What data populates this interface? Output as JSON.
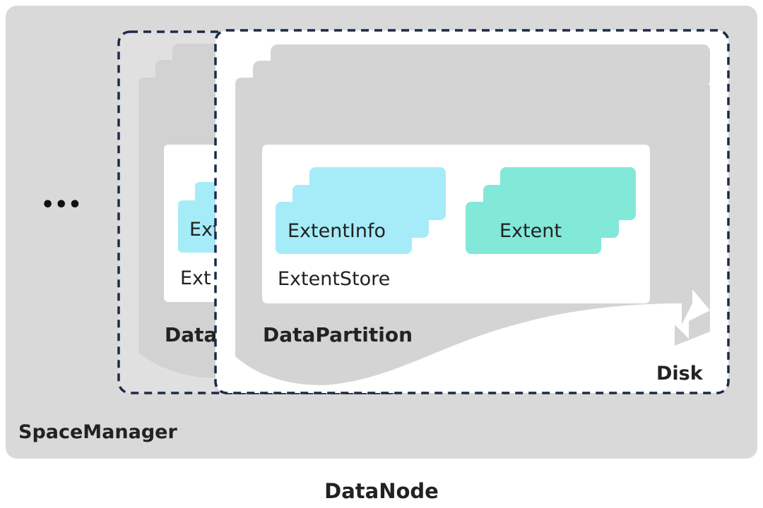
{
  "ellipsis": "•••",
  "space_manager_label": "SpaceManager",
  "data_node_label": "DataNode",
  "disk_label": "Disk",
  "back_disk": {
    "extent_label": "Ext",
    "store_label": "Ext",
    "partition_label": "Data"
  },
  "front_disk": {
    "extent_info_label": "ExtentInfo",
    "extent_label": "Extent",
    "store_label": "ExtentStore",
    "partition_label": "DataPartition"
  },
  "colors": {
    "outer_panel": "#d9d9d9",
    "disk_shape": "#d4d4d4",
    "store_panel": "#ffffff",
    "extent_info": "#a6ecf8",
    "extent": "#82e8d8",
    "dashed_border": "#1c2a4a"
  }
}
